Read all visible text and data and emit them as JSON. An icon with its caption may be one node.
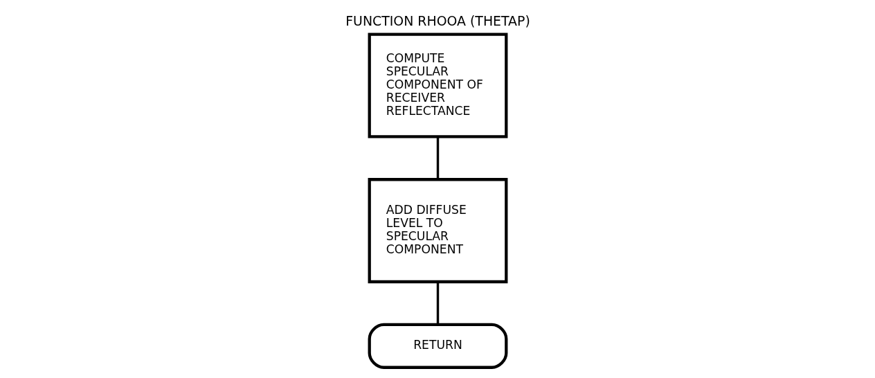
{
  "diagram": {
    "title": "FUNCTION RHOOA (THETAP)",
    "nodes": [
      {
        "text": [
          "COMPUTE SPECULAR COMPONENT OF RECEIVER REFLECTANCE"
        ]
      },
      {
        "text": [
          "ADD DIFFUSE LEVEL TO SPECULAR COMPONENT"
        ]
      },
      {
        "text": [
          "RETURN"
        ]
      }
    ],
    "edges": [
      {
        "from": 0,
        "to": 1,
        "arrow": "none"
      },
      {
        "from": 1,
        "to": 2,
        "arrow": "none"
      }
    ]
  }
}
